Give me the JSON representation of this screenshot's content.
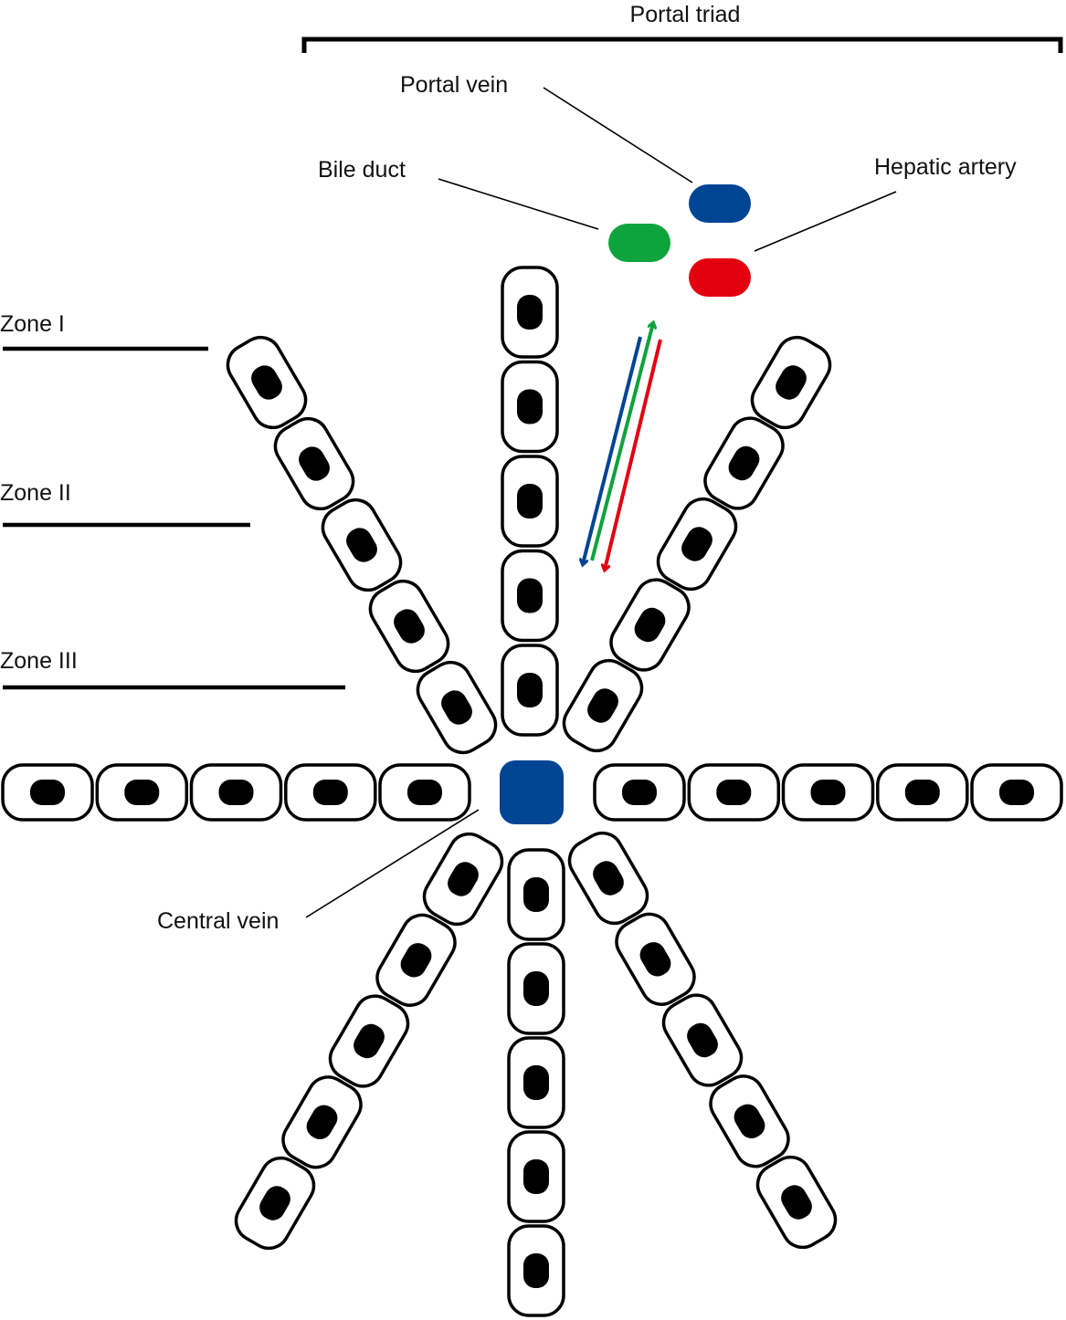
{
  "labels": {
    "portal_triad": "Portal triad",
    "portal_vein": "Portal vein",
    "bile_duct": "Bile duct",
    "hepatic_artery": "Hepatic artery",
    "zone_1": "Zone I",
    "zone_2": "Zone II",
    "zone_3": "Zone III",
    "central_vein": "Central vein"
  },
  "colors": {
    "portal_vein": "#004494",
    "bile_duct": "#0ea33c",
    "hepatic_artery": "#e3000f",
    "central_vein": "#004494",
    "cell_outline": "#000000",
    "nucleus": "#000000"
  },
  "cell_cords": [
    {
      "name": "north",
      "cells": 5
    },
    {
      "name": "north-west",
      "cells": 5
    },
    {
      "name": "north-east",
      "cells": 5
    },
    {
      "name": "west",
      "cells": 5
    },
    {
      "name": "east",
      "cells": 5
    },
    {
      "name": "south",
      "cells": 5
    },
    {
      "name": "south-west",
      "cells": 5
    },
    {
      "name": "south-east",
      "cells": 5
    }
  ],
  "flow_arrows": [
    {
      "name": "blood-flow-portal-vein",
      "color": "#004494",
      "direction": "toward central vein"
    },
    {
      "name": "blood-flow-hepatic-artery",
      "color": "#e3000f",
      "direction": "toward central vein"
    },
    {
      "name": "bile-flow",
      "color": "#0ea33c",
      "direction": "toward portal triad"
    }
  ]
}
